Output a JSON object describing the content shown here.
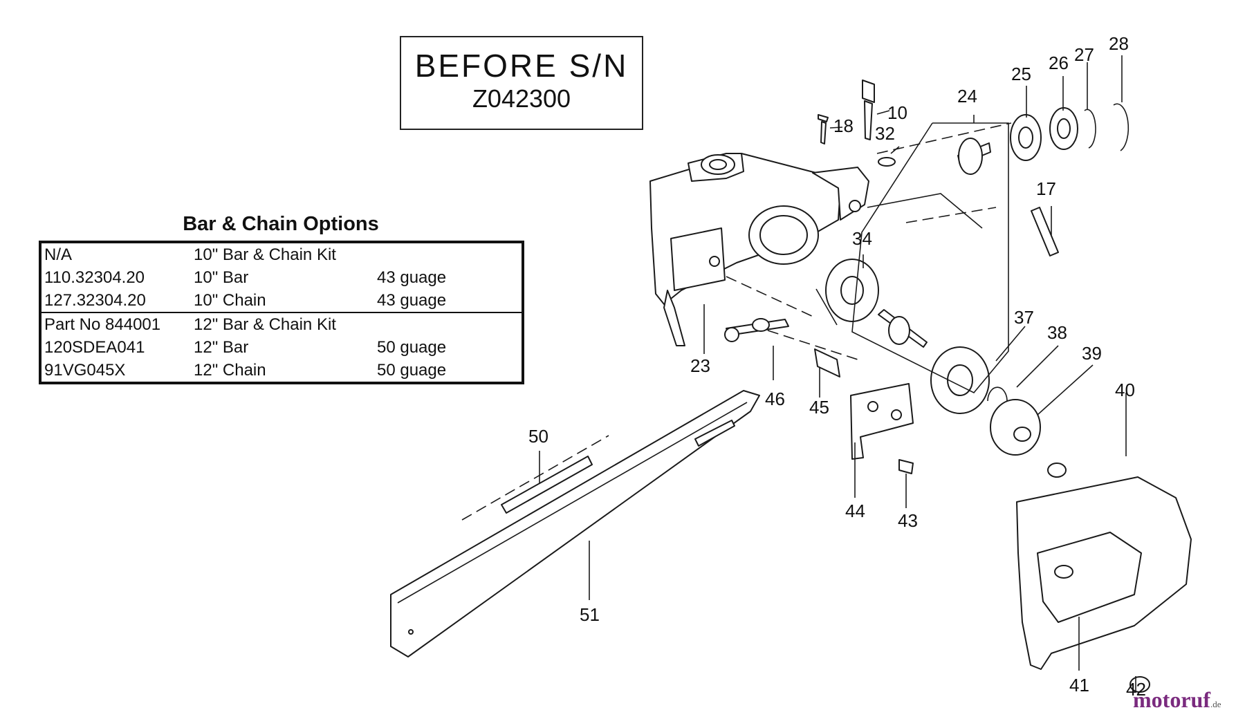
{
  "serial_box": {
    "line1": "BEFORE S/N",
    "line2": "Z042300"
  },
  "options": {
    "title": "Bar & Chain Options",
    "groups": [
      {
        "rows": [
          {
            "part": "N/A",
            "desc": "10\" Bar & Chain Kit",
            "gauge": ""
          },
          {
            "part": "110.32304.20",
            "desc": "10\" Bar",
            "gauge": "43 guage"
          },
          {
            "part": "127.32304.20",
            "desc": "10\" Chain",
            "gauge": "43 guage"
          }
        ]
      },
      {
        "rows": [
          {
            "part": "Part No 844001",
            "desc": "12\" Bar & Chain Kit",
            "gauge": ""
          },
          {
            "part": "120SDEA041",
            "desc": "12\" Bar",
            "gauge": "50 guage"
          },
          {
            "part": "91VG045X",
            "desc": "12\" Chain",
            "gauge": "50 guage"
          }
        ]
      }
    ]
  },
  "callouts": [
    "10",
    "18",
    "32",
    "24",
    "25",
    "26",
    "27",
    "28",
    "17",
    "34",
    "23",
    "46",
    "45",
    "37",
    "38",
    "39",
    "40",
    "44",
    "43",
    "50",
    "51",
    "41",
    "42"
  ],
  "watermark": {
    "brand": "motoruf",
    "tld": ".de",
    "brand_color": "#7a2a7e",
    "dot_color": "#e8a21a"
  }
}
